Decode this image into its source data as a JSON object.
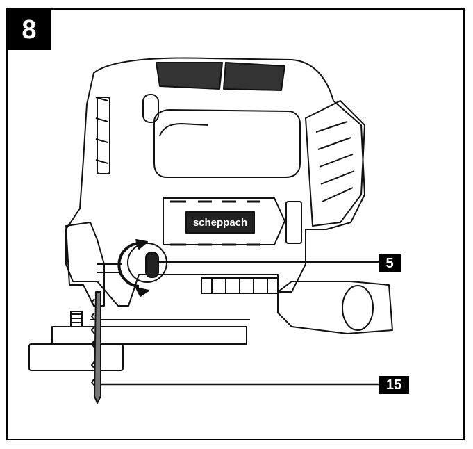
{
  "figure": {
    "number": "8"
  },
  "device": {
    "brand_label": "scheppach"
  },
  "callouts": [
    {
      "label": "5"
    },
    {
      "label": "15"
    }
  ]
}
